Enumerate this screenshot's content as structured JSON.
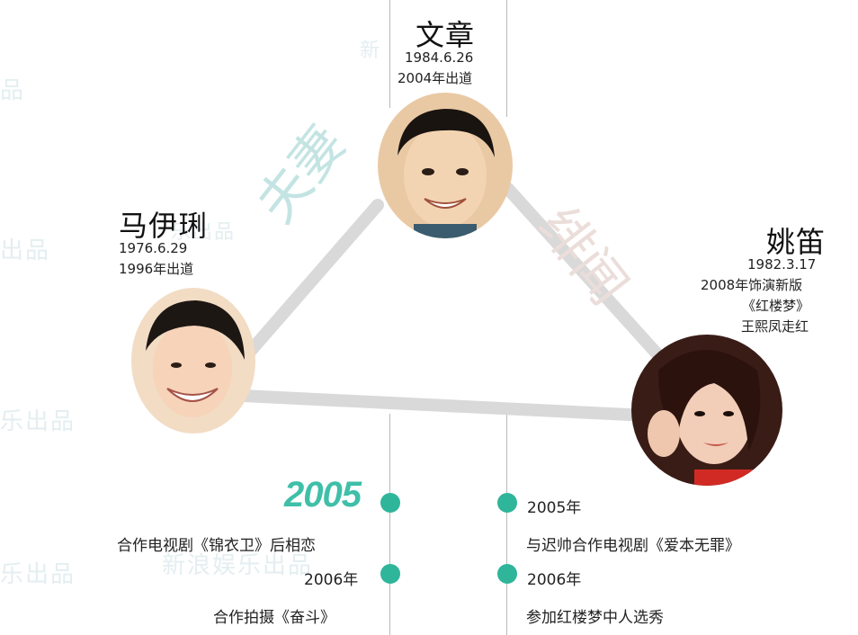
{
  "watermarks": [
    "新",
    "新浪娱乐出品",
    "乐出品",
    "出品",
    "乐出品",
    "新浪娱乐出品",
    "乐出品",
    "品"
  ],
  "relations": {
    "couple": "夫妻",
    "rumor": "绯闻"
  },
  "people": {
    "wenzhang": {
      "name": "文章",
      "birth": "1984.6.26",
      "debut": "2004年出道"
    },
    "mayili": {
      "name": "马伊琍",
      "birth": "1976.6.29",
      "debut": "1996年出道"
    },
    "yaodi": {
      "name": "姚笛",
      "birth": "1982.3.17",
      "note1": "2008年饰演新版",
      "note2": "《红楼梦》",
      "note3": "王熙凤走红"
    }
  },
  "timeline": {
    "left": {
      "year_big": "2005",
      "event1": "合作电视剧《锦衣卫》后相恋",
      "year2": "2006年",
      "event2": "合作拍摄《奋斗》"
    },
    "right": {
      "year1": "2005年",
      "event1": "与迟帅合作电视剧《爱本无罪》",
      "year2": "2006年",
      "event2": "参加红楼梦中人选秀"
    }
  },
  "colors": {
    "accent": "#2fb59a",
    "couple_text": "#bfe3e2",
    "rumor_text": "#e8dcd8",
    "triangle": "#d7d7d7"
  }
}
